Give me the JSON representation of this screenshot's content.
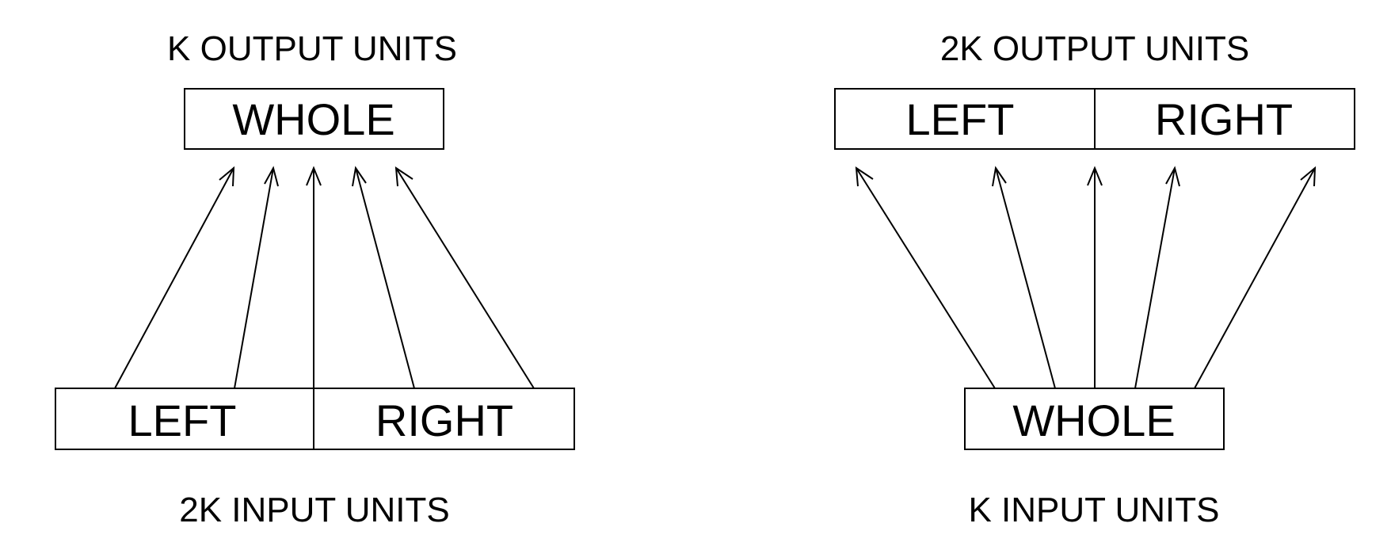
{
  "left_panel": {
    "top_caption": "K OUTPUT UNITS",
    "top_box_label": "WHOLE",
    "bottom_box_left_label": "LEFT",
    "bottom_box_right_label": "RIGHT",
    "bottom_caption": "2K INPUT UNITS"
  },
  "right_panel": {
    "top_caption": "2K OUTPUT UNITS",
    "top_box_left_label": "LEFT",
    "top_box_right_label": "RIGHT",
    "bottom_box_label": "WHOLE",
    "bottom_caption": "K INPUT UNITS"
  }
}
